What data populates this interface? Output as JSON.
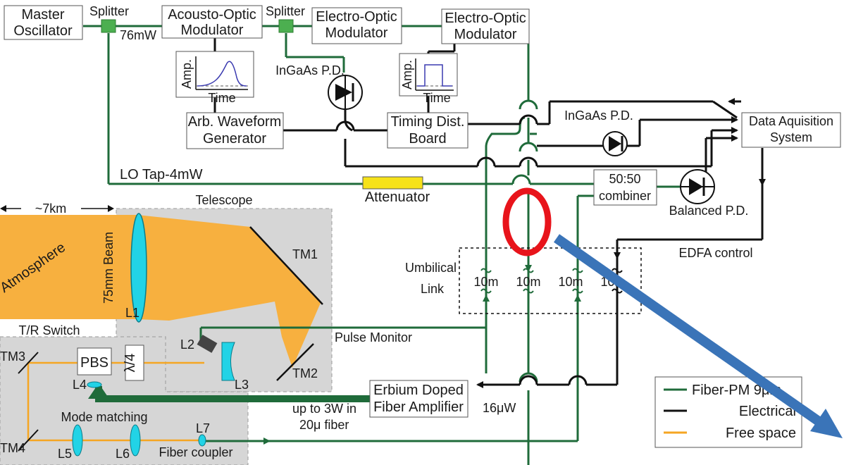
{
  "components": {
    "master_oscillator": [
      "Master",
      "Oscillator"
    ],
    "splitter_1": "Splitter",
    "splitter_2": "Splitter",
    "power_76": "76mW",
    "aom": [
      "Acousto-Optic",
      "Modulator"
    ],
    "eom_1": [
      "Electro-Optic",
      "Modulator"
    ],
    "eom_2": [
      "Electro-Optic",
      "Modulator"
    ],
    "awg": [
      "Arb. Waveform",
      "Generator"
    ],
    "timing_board": [
      "Timing Dist.",
      "Board"
    ],
    "daq": [
      "Data Aquisition",
      "System"
    ],
    "combiner": [
      "50:50",
      "combiner"
    ],
    "edfa": [
      "Erbium Doped",
      "Fiber Amplifier"
    ],
    "attenuator": "Attenuator",
    "lo_tap": "LO Tap-4mW",
    "ingaas_pd_1": "InGaAs P.D.",
    "ingaas_pd_2": "InGaAs P.D.",
    "balanced_pd": "Balanced P.D.",
    "edfa_control": "EDFA control",
    "pulse_monitor": "Pulse Monitor",
    "power_16": "16μW",
    "amp_output": [
      "up to 3W in",
      "20μ fiber"
    ],
    "umbilical": [
      "Umbilical",
      "Link"
    ],
    "ten_m": "10m",
    "telescope": "Telescope",
    "distance": "~7km",
    "atmosphere": "Atmosphere",
    "beam": "75mm Beam",
    "tr_switch": "T/R Switch",
    "pbs": "PBS",
    "quarter_wave": "λ/4",
    "mode_matching": "Mode matching",
    "fiber_coupler": "Fiber coupler",
    "optics": {
      "L1": "L1",
      "L2": "L2",
      "L3": "L3",
      "L4": "L4",
      "L5": "L5",
      "L6": "L6",
      "L7": "L7",
      "TM1": "TM1",
      "TM2": "TM2",
      "TM3": "TM3",
      "TM4": "TM4"
    },
    "plot_axis": {
      "amp": "Amp.",
      "time": "Time"
    }
  },
  "legend": {
    "items": [
      {
        "label": "Fiber-PM 9μm",
        "color": "#1f6b3a"
      },
      {
        "label": "Electrical",
        "color": "#111111"
      },
      {
        "label": "Free space",
        "color": "#f5a623"
      }
    ]
  },
  "colors": {
    "fiber": "#1f6b3a",
    "electrical": "#111111",
    "free_space": "#f5a623",
    "beam": "#f7b03f",
    "highlight_ring": "#e8141b",
    "arrow": "#3a74b8",
    "optic": "#22d3e6",
    "attenuator": "#f6e21a",
    "splitter": "#4caf50"
  }
}
